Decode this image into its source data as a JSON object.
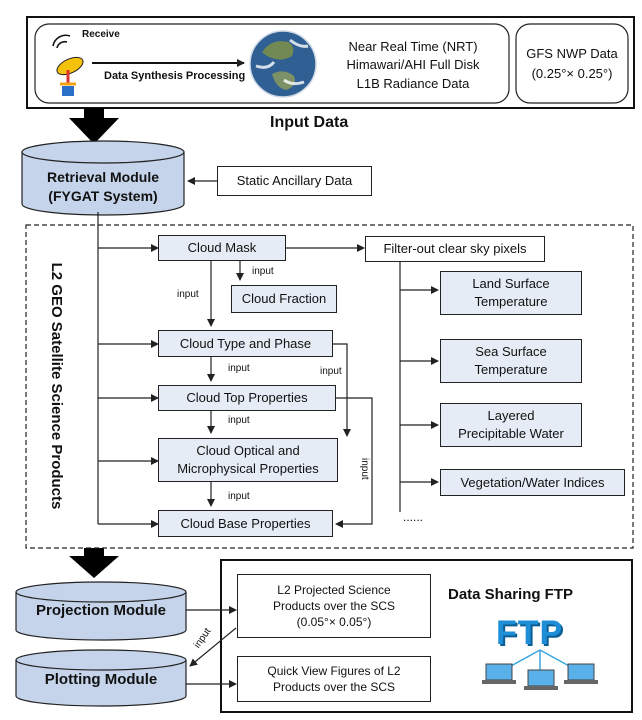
{
  "input_section": {
    "receive": "Receive",
    "processing": "Data Synthesis Processing",
    "nrt_line1": "Near Real Time (NRT)",
    "nrt_line2": "Himawari/AHI Full Disk",
    "nrt_line3": "L1B Radiance Data",
    "gfs_line1": "GFS NWP Data",
    "gfs_line2": "(0.25°× 0.25°)",
    "title": "Input Data"
  },
  "retrieval": {
    "line1": "Retrieval Module",
    "line2": "(FYGAT System)",
    "static": "Static Ancillary Data"
  },
  "l2": {
    "side_title": "L2 GEO Satellite Science Products",
    "cloud_mask": "Cloud Mask",
    "cloud_fraction": "Cloud Fraction",
    "cloud_type": "Cloud Type and Phase",
    "cloud_top": "Cloud Top Properties",
    "cloud_optical_1": "Cloud Optical and",
    "cloud_optical_2": "Microphysical Properties",
    "cloud_base": "Cloud Base Properties",
    "filter": "Filter-out clear sky pixels",
    "lst_1": "Land Surface",
    "lst_2": "Temperature",
    "sst_1": "Sea Surface",
    "sst_2": "Temperature",
    "lpw_1": "Layered",
    "lpw_2": "Precipitable Water",
    "veg": "Vegetation/Water Indices",
    "ellipsis": "......",
    "input": "input"
  },
  "output": {
    "projection": "Projection Module",
    "plotting": "Plotting Module",
    "proj_products_1": "L2 Projected Science",
    "proj_products_2": "Products over the SCS",
    "proj_products_3": "(0.05°× 0.05°)",
    "quick_view_1": "Quick View Figures of L2",
    "quick_view_2": "Products over the SCS",
    "ftp_title": "Data Sharing FTP",
    "ftp_logo": "FTP"
  }
}
